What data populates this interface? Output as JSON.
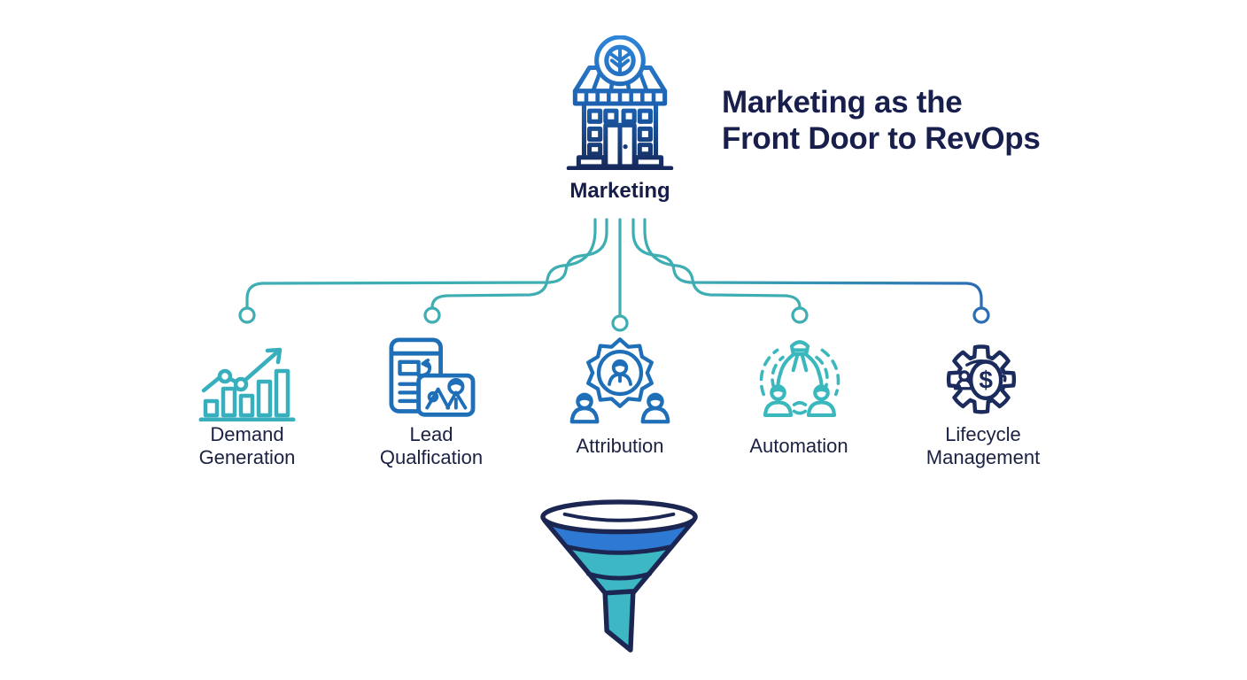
{
  "header": {
    "title": "Marketing as the\nFront Door to RevOps"
  },
  "root_node": {
    "label": "Marketing",
    "icon": "storefront-icon"
  },
  "nodes": [
    {
      "id": "demand-generation",
      "label": "Demand\nGeneration",
      "icon": "growth-bar-chart-icon",
      "color": "#38AFBC"
    },
    {
      "id": "lead-qualification",
      "label": "Lead\nQualfication",
      "icon": "document-id-card-icon",
      "color": "#1E6FB8"
    },
    {
      "id": "attribution",
      "label": "Attribution",
      "icon": "badge-people-icon",
      "color": "#1E6FB8"
    },
    {
      "id": "automation",
      "label": "Automation",
      "icon": "claw-automation-icon",
      "color": "#3BB7BE"
    },
    {
      "id": "lifecycle-management",
      "label": "Lifecycle\nManagement",
      "icon": "gear-dollar-icon",
      "color": "#1C2B5E"
    }
  ],
  "funnel": {
    "icon": "funnel-icon",
    "outline_color": "#1B2653",
    "band_colors": [
      "#2E79D4",
      "#3CB7C3",
      "#3CB7C3"
    ]
  },
  "connectors": {
    "line_color": "#3FAEB3",
    "line_end_color": "#2B6DB3",
    "node_dot": "open-circle"
  },
  "colors": {
    "background": "#FFFFFF",
    "heading_text": "#191F4D",
    "label_text": "#1B2142",
    "building_top": "#2F86D9",
    "building_bottom": "#162759"
  }
}
